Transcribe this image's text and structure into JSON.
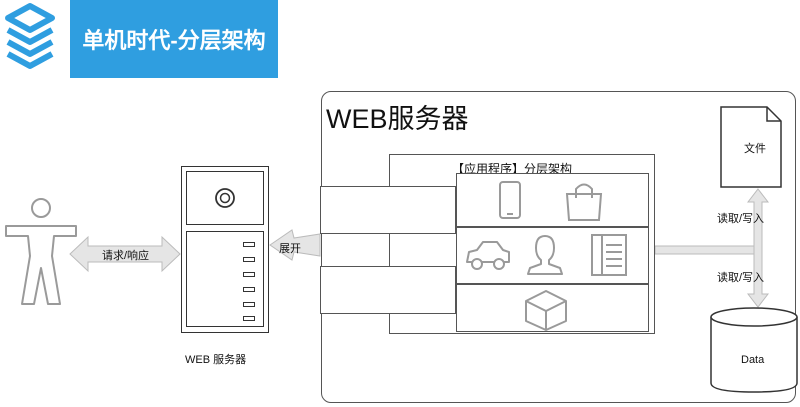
{
  "header": {
    "title": "单机时代-分层架构"
  },
  "diagram": {
    "web_server_title": "WEB服务器",
    "app_title": "【应用程序】分层架构",
    "request_label": "请求/响应",
    "render_label": "展开",
    "server_caption": "WEB 服务器",
    "file_label": "文件",
    "rw_label_1": "读取/写入",
    "rw_label_2": "读取/写入",
    "data_label": "Data"
  },
  "colors": {
    "banner": "#2f9ee0",
    "arrow_fill": "#e5e5e5",
    "icon_stroke": "#9a9a9a"
  }
}
